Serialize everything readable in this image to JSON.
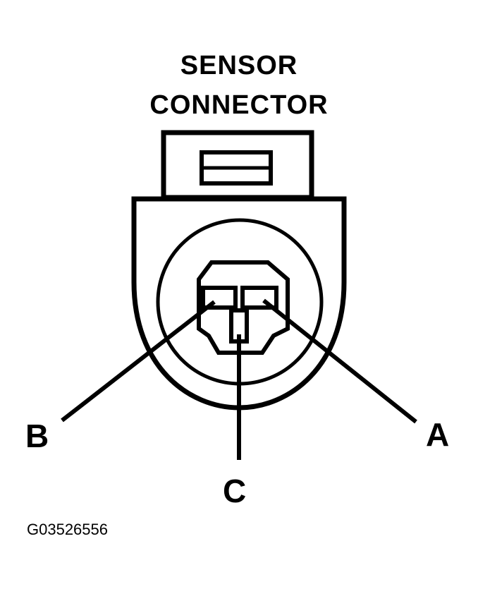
{
  "title": {
    "line1": "SENSOR",
    "line2": "CONNECTOR"
  },
  "pins": {
    "a": "A",
    "b": "B",
    "c": "C"
  },
  "figure_id": "G03526556"
}
